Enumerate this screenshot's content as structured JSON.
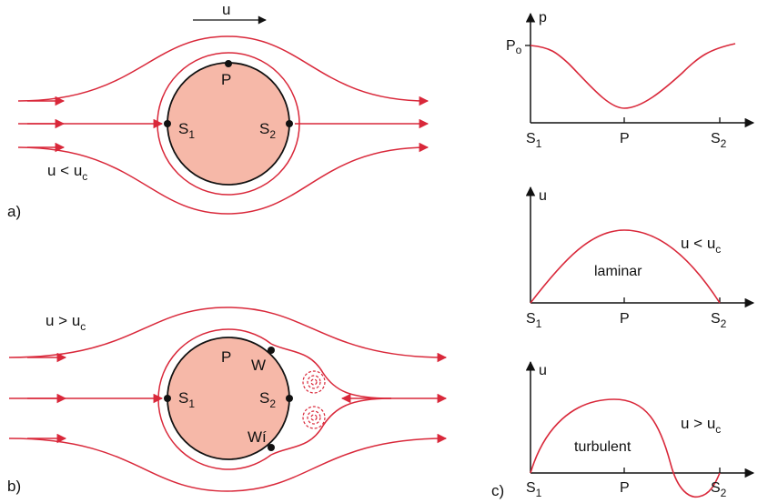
{
  "colors": {
    "streamline": "#d9283a",
    "cylinder_fill": "#f6b8a8",
    "cylinder_stroke": "#111111",
    "axis": "#111111",
    "label": "#111111"
  },
  "top_arrow_label": "u",
  "panel_a": {
    "tag": "a)",
    "condition_base": "u < u",
    "condition_sub": "c",
    "point_top": "P",
    "point_left_base": "S",
    "point_left_sub": "1",
    "point_right_base": "S",
    "point_right_sub": "2"
  },
  "panel_b": {
    "tag": "b)",
    "condition_base": "u > u",
    "condition_sub": "c",
    "point_top": "P",
    "point_left_base": "S",
    "point_left_sub": "1",
    "point_right_base": "S",
    "point_right_sub": "2",
    "separation_upper": "W",
    "separation_lower": "Wí"
  },
  "panel_c": {
    "tag": "c)",
    "pressure_chart": {
      "ylabel": "p",
      "ytick_base": "P",
      "ytick_sub": "o",
      "xtick_1_base": "S",
      "xtick_1_sub": "1",
      "xtick_2": "P",
      "xtick_3_base": "S",
      "xtick_3_sub": "2"
    },
    "laminar_chart": {
      "ylabel": "u",
      "curve_label": "laminar",
      "condition_base": "u < u",
      "condition_sub": "c",
      "xtick_1_base": "S",
      "xtick_1_sub": "1",
      "xtick_2": "P",
      "xtick_3_base": "S",
      "xtick_3_sub": "2"
    },
    "turbulent_chart": {
      "ylabel": "u",
      "curve_label": "turbulent",
      "condition_base": "u > u",
      "condition_sub": "c",
      "xtick_1_base": "S",
      "xtick_1_sub": "1",
      "xtick_2": "P",
      "xtick_3_base": "S",
      "xtick_3_sub": "2"
    }
  }
}
